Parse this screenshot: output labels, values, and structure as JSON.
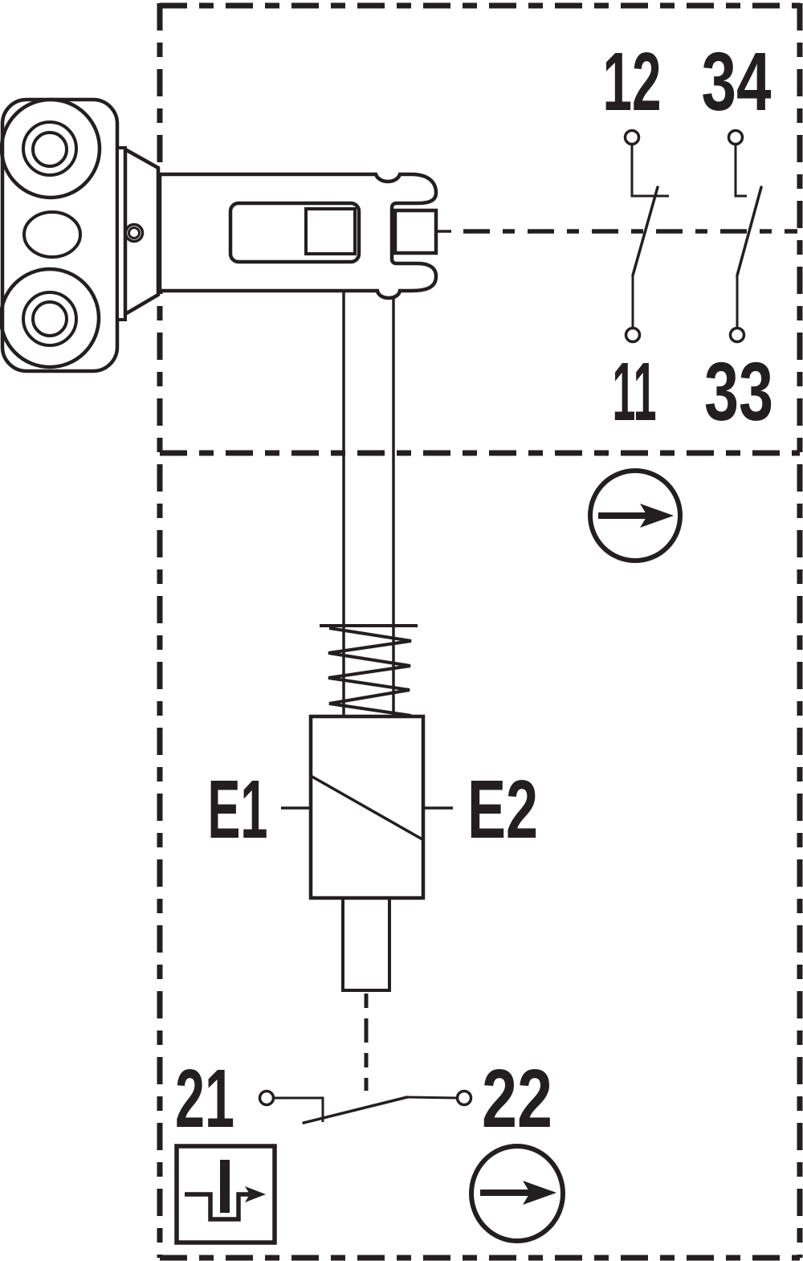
{
  "page": {
    "background": "#ffffff",
    "line_color": "#231f20",
    "description": "Safety interlock switch connection diagram with actuator key, switch head, contact blocks and solenoid"
  },
  "labels": {
    "c12": "12",
    "c34": "34",
    "c11": "11",
    "c33": "33",
    "c21": "21",
    "c22": "22",
    "e1": "E1",
    "e2": "E2"
  },
  "contacts": [
    {
      "name": "door-monitoring-contact",
      "top_terminal": "12",
      "bottom_terminal": "11",
      "state": "closed"
    },
    {
      "name": "door-monitoring-contact",
      "top_terminal": "34",
      "bottom_terminal": "33",
      "state": "open"
    },
    {
      "name": "lock-monitoring-contact",
      "left_terminal": "21",
      "right_terminal": "22",
      "state": "open"
    }
  ],
  "solenoid": {
    "left_terminal": "E1",
    "right_terminal": "E2"
  },
  "icons": [
    {
      "name": "actuation-direction-arrow-icon",
      "position": "upper"
    },
    {
      "name": "plunger-actuation-icon",
      "position": "lower-left"
    },
    {
      "name": "actuation-direction-arrow-icon",
      "position": "lower-right"
    }
  ]
}
